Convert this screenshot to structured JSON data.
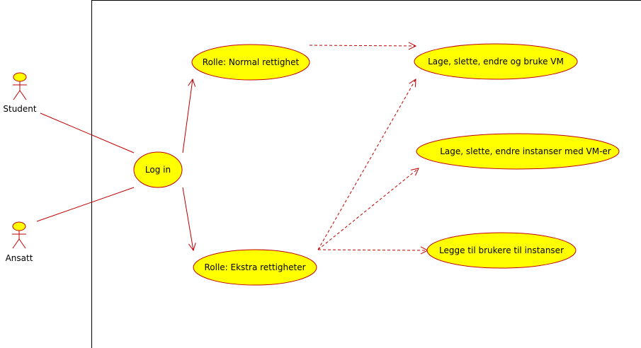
{
  "colors": {
    "usecase_fill": "#ffff00",
    "usecase_stroke": "#c00000",
    "line": "#c00000",
    "boundary": "#000000",
    "actor_fill": "#ffff00"
  },
  "actors": [
    {
      "id": "student",
      "label": "Student"
    },
    {
      "id": "ansatt",
      "label": "Ansatt"
    }
  ],
  "usecases": [
    {
      "id": "login",
      "label": "Log in"
    },
    {
      "id": "normal",
      "label": "Rolle: Normal rettighet"
    },
    {
      "id": "ekstra",
      "label": "Rolle: Ekstra rettigheter"
    },
    {
      "id": "vm",
      "label": "Lage, slette, endre og bruke VM"
    },
    {
      "id": "instanser",
      "label": "Lage, slette, endre instanser med VM-er"
    },
    {
      "id": "brukere",
      "label": "Legge til brukere til instanser"
    }
  ],
  "associations": [
    {
      "from": "student",
      "to": "login"
    },
    {
      "from": "ansatt",
      "to": "login"
    }
  ],
  "directed": [
    {
      "from": "login",
      "to": "normal"
    },
    {
      "from": "login",
      "to": "ekstra"
    }
  ],
  "dependencies": [
    {
      "from": "normal",
      "to": "vm"
    },
    {
      "from": "ekstra",
      "to": "vm"
    },
    {
      "from": "ekstra",
      "to": "instanser"
    },
    {
      "from": "ekstra",
      "to": "brukere"
    }
  ]
}
